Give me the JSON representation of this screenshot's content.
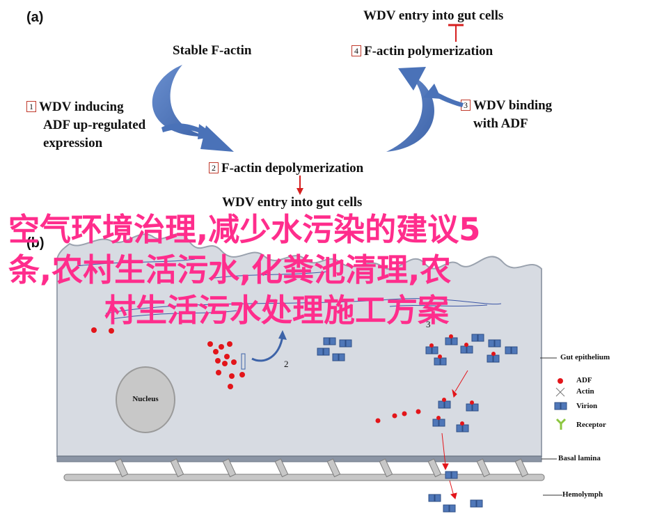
{
  "panel_a": {
    "label": "(a)",
    "top_entry": "WDV entry into gut cells",
    "stable": "Stable F-actin",
    "step1_num": "1",
    "step1_lines": [
      "WDV inducing",
      "ADF up-regulated",
      "expression"
    ],
    "step2_num": "2",
    "step2": "F-actin depolymerization",
    "step3_num": "3",
    "step3_lines": [
      "WDV binding",
      "with ADF"
    ],
    "step4_num": "4",
    "step4": "F-actin polymerization",
    "bottom_entry": "WDV entry into gut cells"
  },
  "panel_b": {
    "label": "(b)",
    "nucleus": "Nucleus",
    "num_2": "2",
    "num_3": "3",
    "legend": {
      "gut_epithelium": "Gut epithelium",
      "adf": "ADF",
      "actin": "Actin",
      "virion": "Virion",
      "receptor": "Receptor",
      "basal_lamina": "Basal lamina",
      "hemolymph": "Hemolymph"
    }
  },
  "overlay_lines": [
    "空气环境治理,减少水污染的建议5",
    "条,农村生活污水,化粪池清理,农",
    "村生活污水处理施工方案"
  ],
  "colors": {
    "arrow_blue": "#4a72b8",
    "adf_red": "#e3151a",
    "virion_blue": "#4f77b8",
    "cell_fill": "#d7dbe2",
    "overlay_pink": "#ff2d8c",
    "receptor_green": "#8cc63f"
  }
}
